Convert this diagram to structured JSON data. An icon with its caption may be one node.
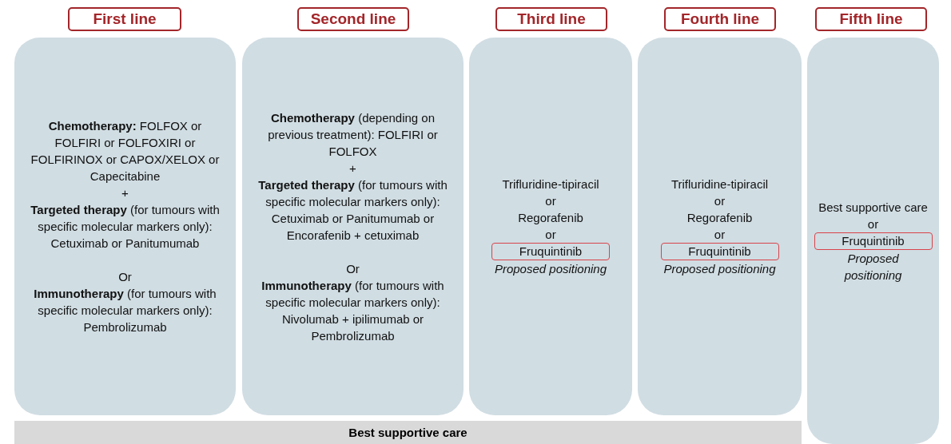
{
  "diagram": {
    "nodes": [
      {
        "text": [
          "First line"
        ]
      },
      {
        "text": [
          "Second line"
        ]
      },
      {
        "text": [
          "Third line"
        ]
      },
      {
        "text": [
          "Fourth line"
        ]
      },
      {
        "text": [
          "Fifth line"
        ]
      },
      {
        "text": [
          "**Chemotherapy:** FOLFOX or FOLFIRI or FOLFOXIRI or FOLFIRINOX or CAPOX/XELOX or Capecitabine",
          "+",
          "**Targeted therapy** (for tumours with specific molecular markers only): Cetuximab or Panitumumab",
          "Or",
          "**Immunotherapy** (for tumours with specific molecular markers only): Pembrolizumab"
        ]
      },
      {
        "text": [
          "**Chemotherapy** (depending on previous treatment): FOLFIRI or FOLFOX",
          "+",
          "**Targeted therapy** (for tumours with specific molecular markers only): Cetuximab or Panitumumab or Encorafenib + cetuximab",
          "Or",
          "**Immunotherapy** (for tumours with specific molecular markers only): Nivolumab + ipilimumab or Pembrolizumab"
        ]
      },
      {
        "text": [
          "Trifluridine-tipiracil",
          "or",
          "Regorafenib",
          "or"
        ]
      },
      {
        "text": [
          "Trifluridine-tipiracil",
          "or",
          "Regorafenib",
          "or"
        ]
      },
      {
        "text": [
          "Best supportive care",
          "or"
        ]
      },
      {
        "text": [
          "Fruquintinib"
        ],
        "in": 7,
        "beside": [
          "Proposed positioning"
        ]
      },
      {
        "text": [
          "Fruquintinib"
        ],
        "in": 8,
        "beside": [
          "Proposed positioning"
        ]
      },
      {
        "text": [
          "Fruquintinib"
        ],
        "in": 9,
        "beside": [
          "Proposed positioning"
        ]
      },
      {
        "text": [
          "Best supportive care"
        ]
      }
    ],
    "edges": []
  }
}
